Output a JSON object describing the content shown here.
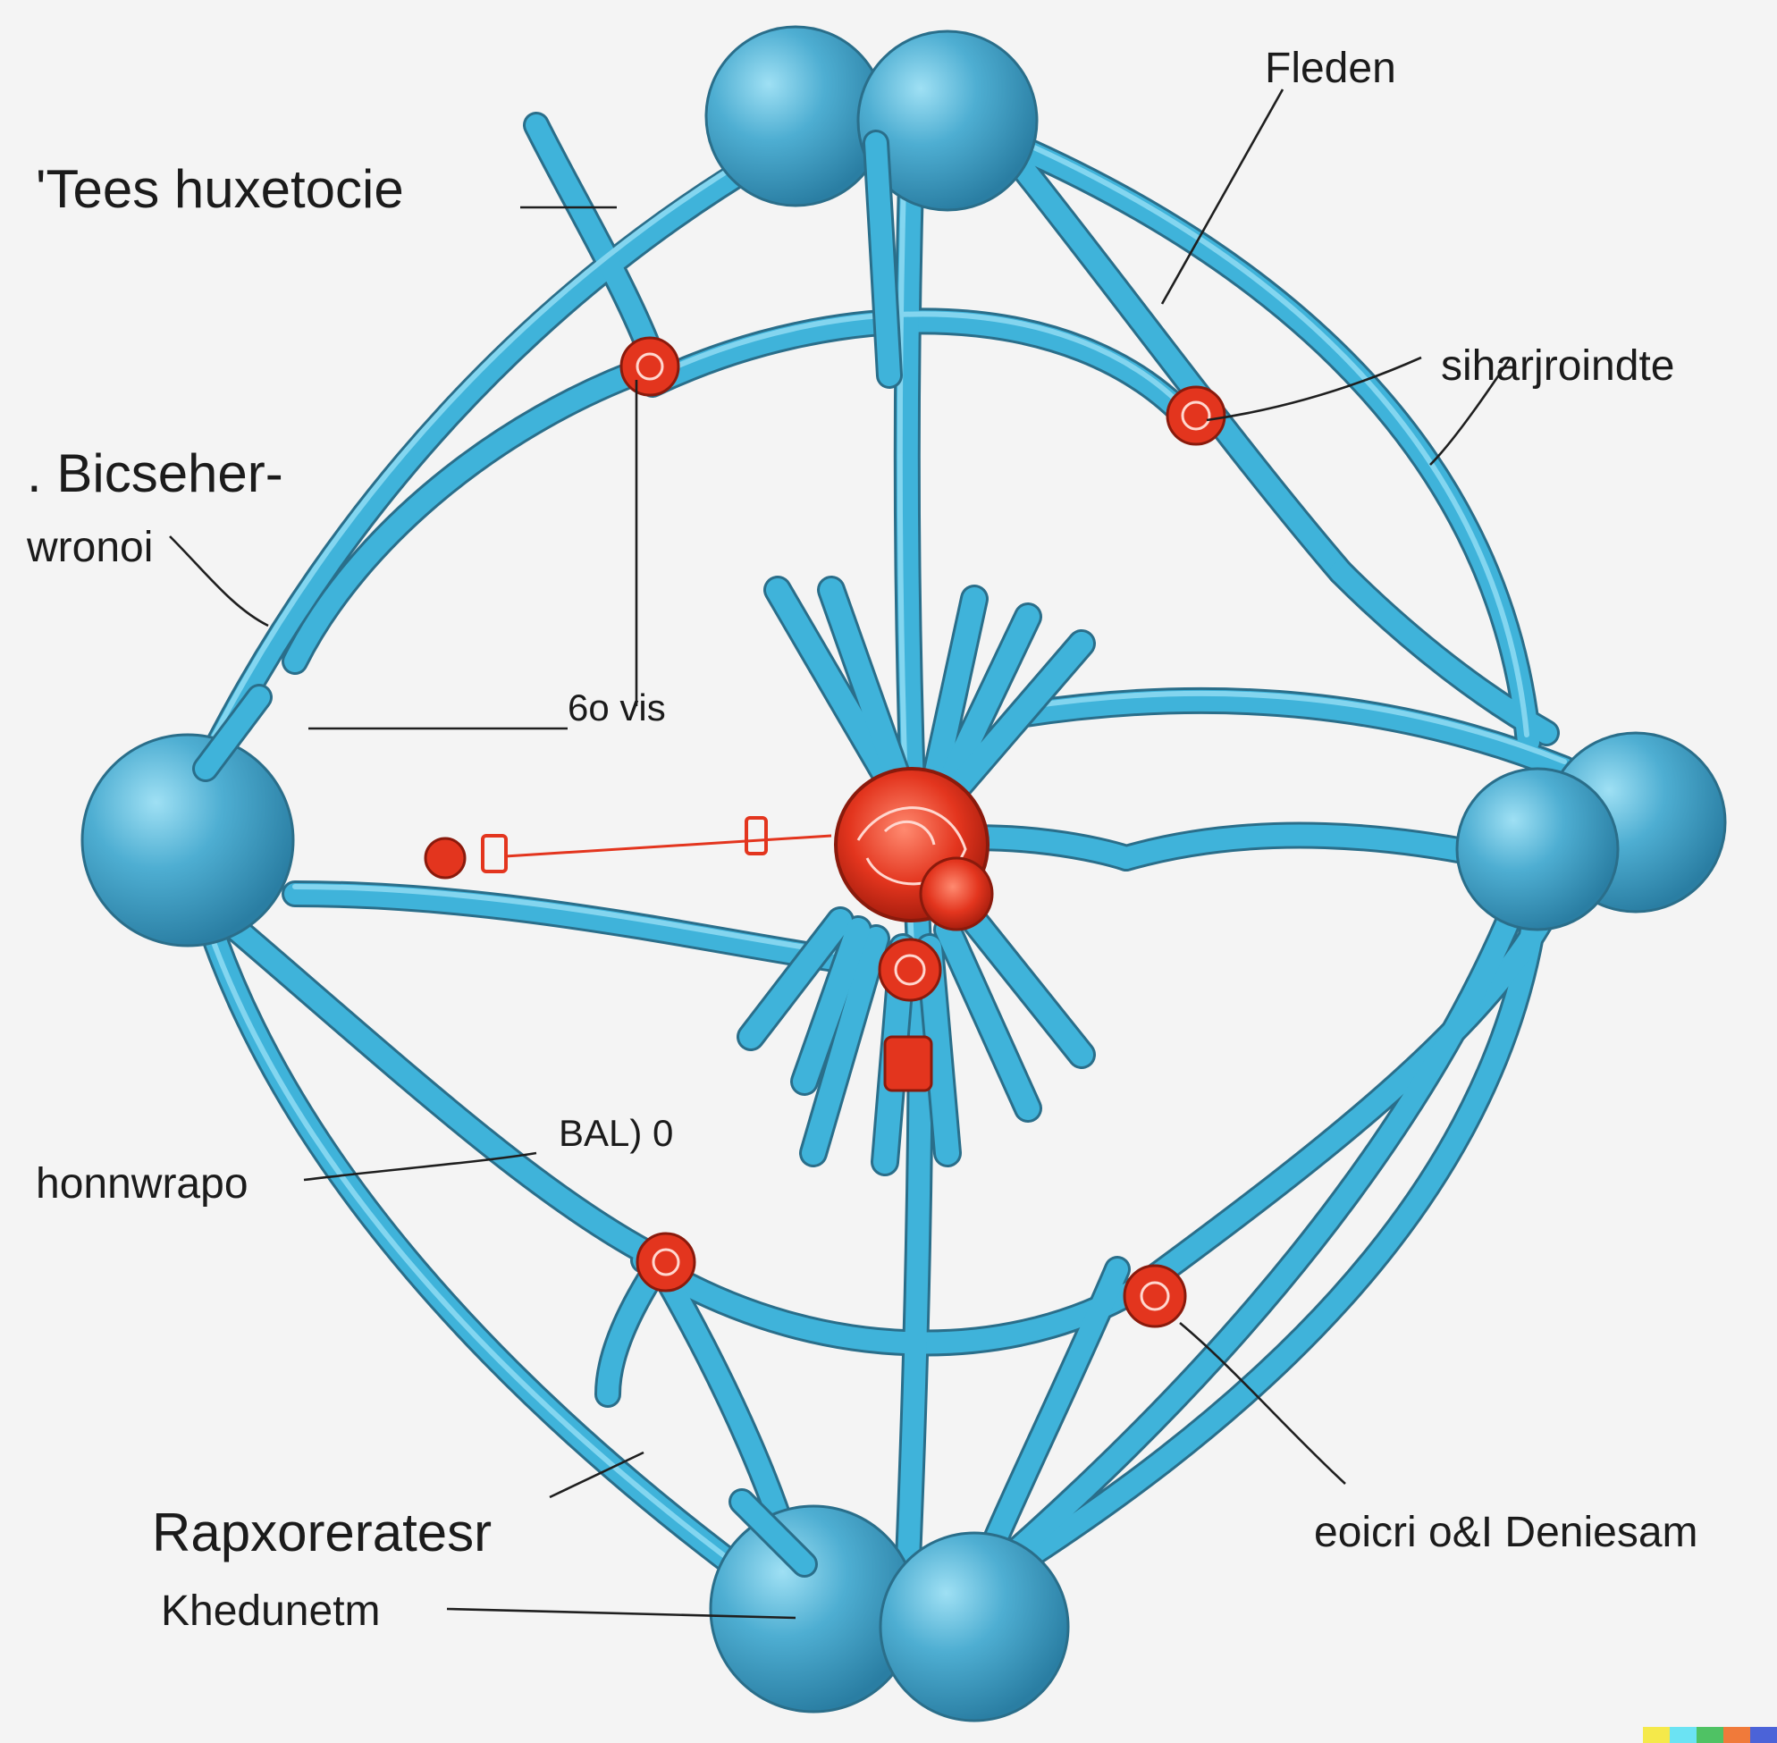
{
  "labels": {
    "top_left": "'Tees huxetocie",
    "top_right": "Fleden",
    "right_upper": "siharjroindte",
    "left_mid_line1": ". Bicseher-",
    "left_mid_line2": "wronoi",
    "center_small": "6o vis",
    "center_bottom": "BAL) 0",
    "left_lower": "honnwrapo",
    "bottom_left_1": "Rapxoreratesr",
    "bottom_left_2": "Khedunetm",
    "bottom_right": "eoicri o&I Deniesam"
  },
  "colors": {
    "tube": "#3fb3da",
    "tube_outline": "#2a6e8a",
    "sphere": "#4eaed2",
    "knot": "#e3351e",
    "background": "#f4f4f4"
  }
}
